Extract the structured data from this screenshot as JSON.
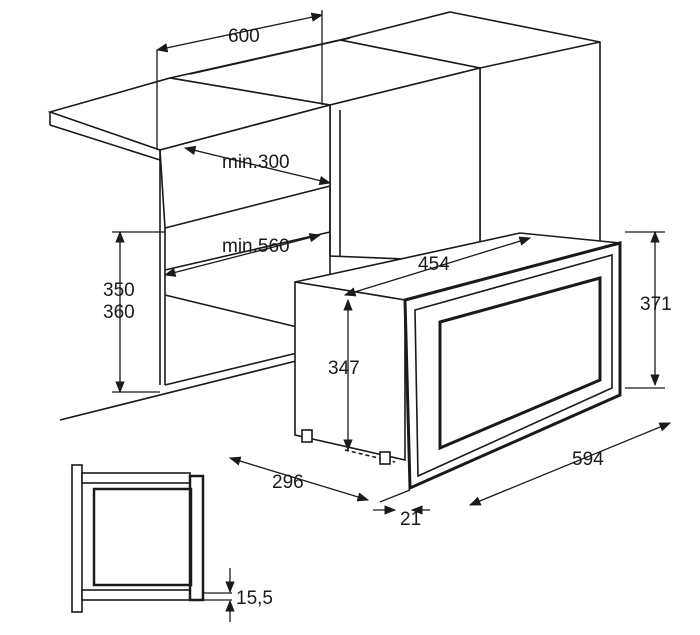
{
  "diagram": {
    "title": "Built-in microwave installation dimensions",
    "labels": {
      "cabinet_width": "600",
      "min_depth": "min.300",
      "min_width": "min.560",
      "niche_height_a": "350",
      "niche_height_b": "360",
      "appliance_depth": "454",
      "appliance_height": "371",
      "body_height": "347",
      "side_depth": "296",
      "front_width": "594",
      "front_thickness": "21",
      "bottom_offset": "15,5"
    },
    "stroke_color": "#1a1a1a"
  }
}
